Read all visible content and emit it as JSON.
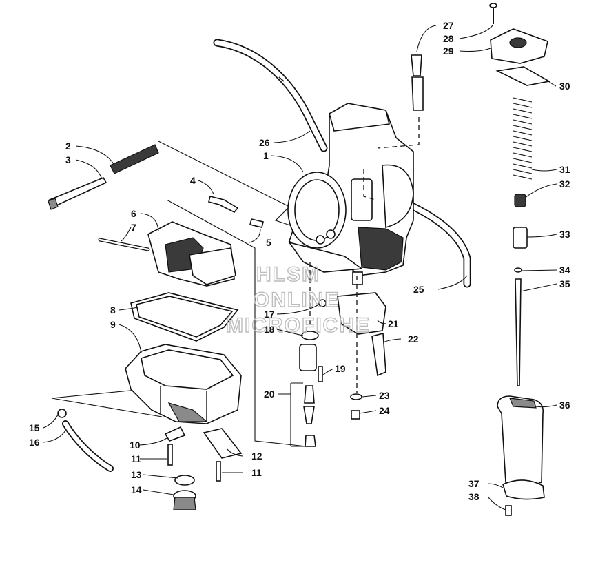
{
  "diagram": {
    "callouts": [
      {
        "id": "c1",
        "text": "1"
      },
      {
        "id": "c2",
        "text": "2"
      },
      {
        "id": "c3",
        "text": "3"
      },
      {
        "id": "c4",
        "text": "4"
      },
      {
        "id": "c5",
        "text": "5"
      },
      {
        "id": "c6",
        "text": "6"
      },
      {
        "id": "c7",
        "text": "7"
      },
      {
        "id": "c8",
        "text": "8"
      },
      {
        "id": "c9",
        "text": "9"
      },
      {
        "id": "c10",
        "text": "10"
      },
      {
        "id": "c11a",
        "text": "11"
      },
      {
        "id": "c11b",
        "text": "11"
      },
      {
        "id": "c12",
        "text": "12"
      },
      {
        "id": "c13",
        "text": "13"
      },
      {
        "id": "c14",
        "text": "14"
      },
      {
        "id": "c15",
        "text": "15"
      },
      {
        "id": "c16",
        "text": "16"
      },
      {
        "id": "c17",
        "text": "17"
      },
      {
        "id": "c18",
        "text": "18"
      },
      {
        "id": "c19",
        "text": "19"
      },
      {
        "id": "c20",
        "text": "20"
      },
      {
        "id": "c21",
        "text": "21"
      },
      {
        "id": "c22",
        "text": "22"
      },
      {
        "id": "c23",
        "text": "23"
      },
      {
        "id": "c24",
        "text": "24"
      },
      {
        "id": "c25",
        "text": "25"
      },
      {
        "id": "c26",
        "text": "26"
      },
      {
        "id": "c27",
        "text": "27"
      },
      {
        "id": "c28",
        "text": "28"
      },
      {
        "id": "c29",
        "text": "29"
      },
      {
        "id": "c30",
        "text": "30"
      },
      {
        "id": "c31",
        "text": "31"
      },
      {
        "id": "c32",
        "text": "32"
      },
      {
        "id": "c33",
        "text": "33"
      },
      {
        "id": "c34",
        "text": "34"
      },
      {
        "id": "c35",
        "text": "35"
      },
      {
        "id": "c36",
        "text": "36"
      },
      {
        "id": "c37",
        "text": "37"
      },
      {
        "id": "c38",
        "text": "38"
      }
    ],
    "watermark": [
      "HLSM",
      "ONLINE",
      "MICROFICHE"
    ]
  }
}
